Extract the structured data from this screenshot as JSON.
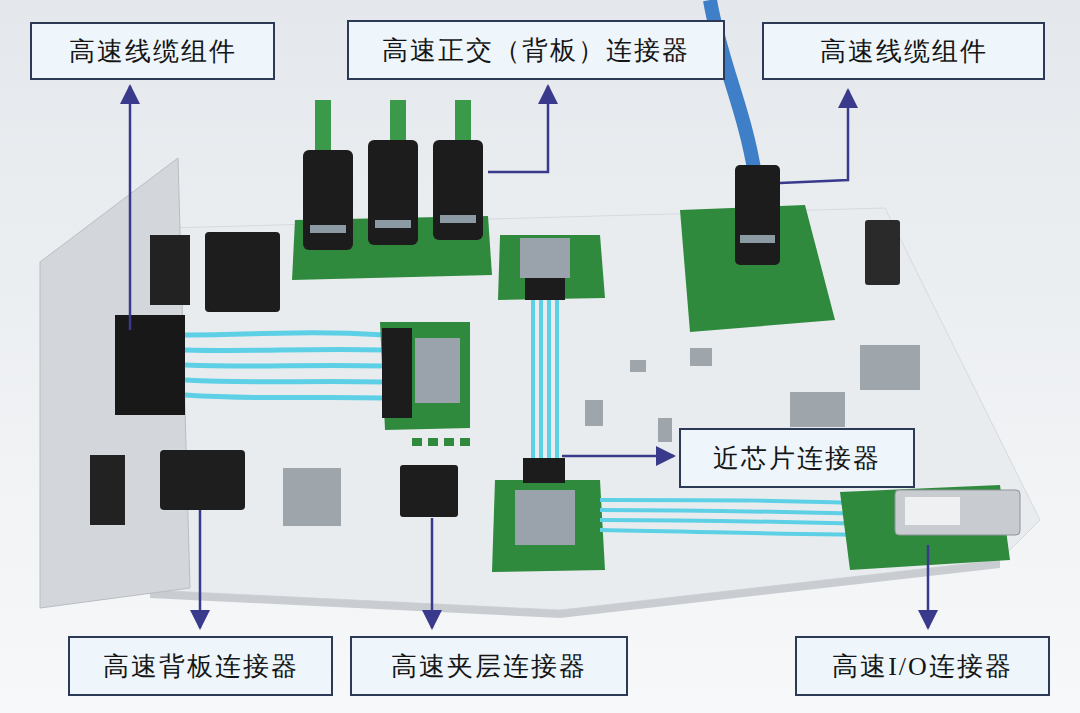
{
  "diagram": {
    "nodes": [
      {
        "text": [
          "高速线缆组件"
        ]
      },
      {
        "text": [
          "高速正交（背板）连接器"
        ]
      },
      {
        "text": [
          "高速线缆组件"
        ]
      },
      {
        "text": [
          "近芯片连接器"
        ]
      },
      {
        "text": [
          "高速背板连接器"
        ]
      },
      {
        "text": [
          "高速夹层连接器"
        ]
      },
      {
        "text": [
          "高速I/O连接器"
        ]
      }
    ]
  }
}
